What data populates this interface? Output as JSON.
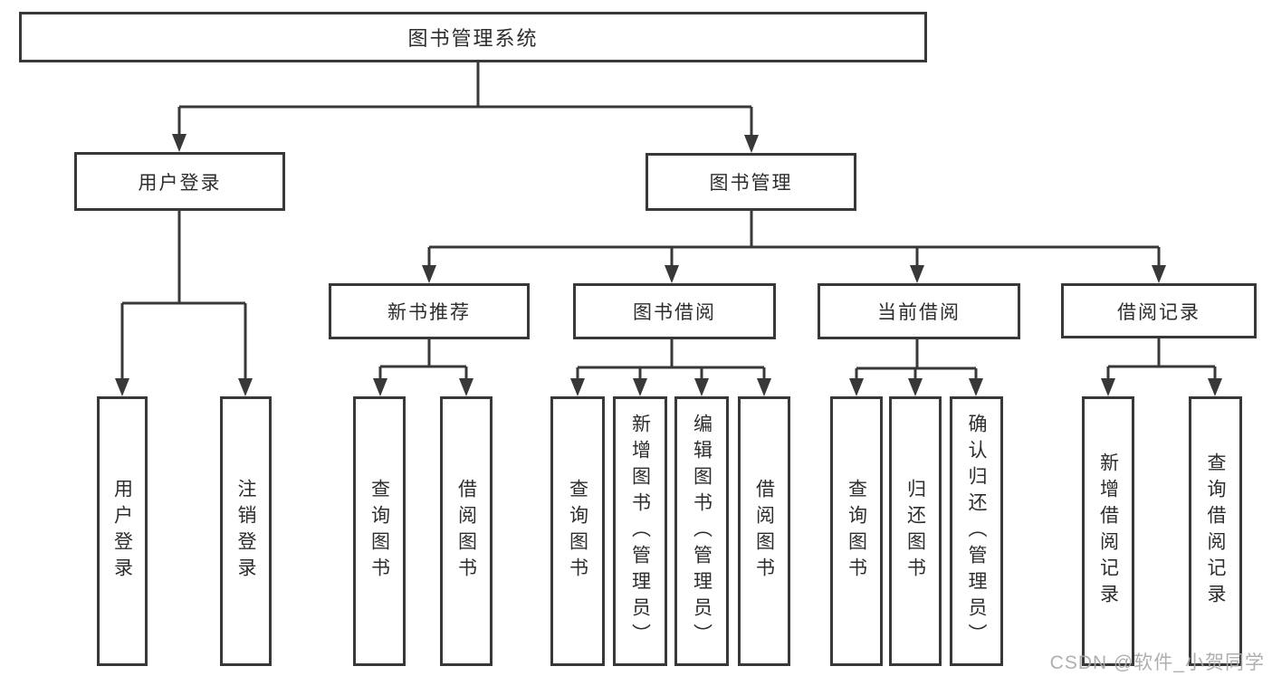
{
  "colors": {
    "line": "#383838",
    "border": "#383838",
    "text": "#2d2d2d",
    "background": "#ffffff",
    "watermark": "#a8a8a8"
  },
  "tree": {
    "root": {
      "label": "图书管理系统"
    },
    "branches": [
      {
        "label": "用户登录",
        "children": [
          {
            "label": "用户登录"
          },
          {
            "label": "注销登录"
          }
        ]
      },
      {
        "label": "图书管理",
        "children": [
          {
            "label": "新书推荐",
            "children": [
              {
                "label": "查询图书"
              },
              {
                "label": "借阅图书"
              }
            ]
          },
          {
            "label": "图书借阅",
            "children": [
              {
                "label": "查询图书"
              },
              {
                "label": "新增图书（管理员）"
              },
              {
                "label": "编辑图书（管理员）"
              },
              {
                "label": "借阅图书"
              }
            ]
          },
          {
            "label": "当前借阅",
            "children": [
              {
                "label": "查询图书"
              },
              {
                "label": "归还图书"
              },
              {
                "label": "确认归还（管理员）"
              }
            ]
          },
          {
            "label": "借阅记录",
            "children": [
              {
                "label": "新增借阅记录"
              },
              {
                "label": "查询借阅记录"
              }
            ]
          }
        ]
      }
    ]
  },
  "watermark": {
    "text": "CSDN @软件_小贺同学"
  }
}
